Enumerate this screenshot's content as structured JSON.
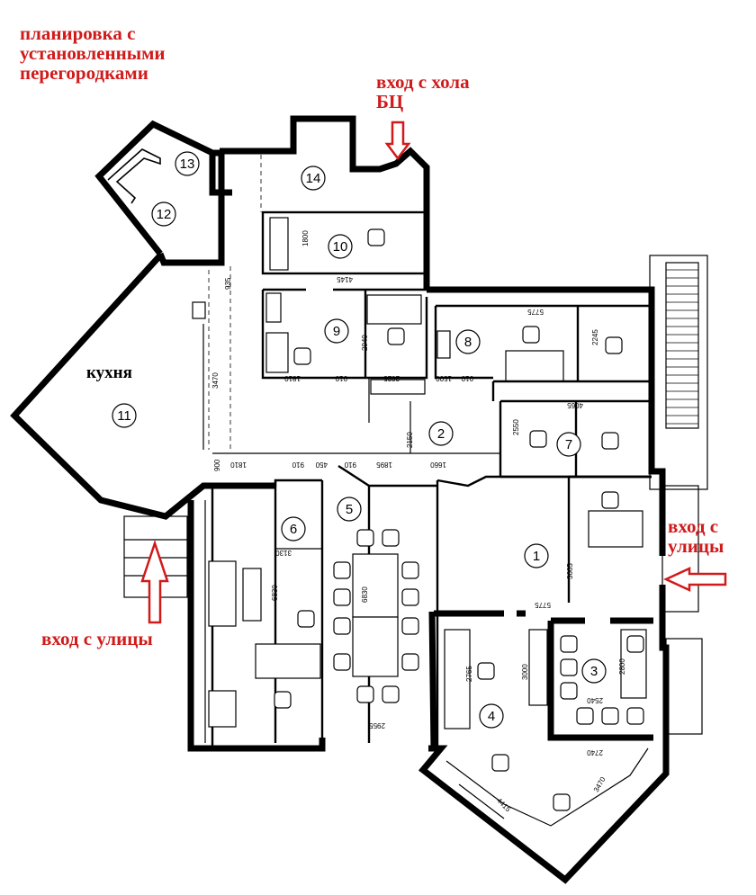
{
  "annotations": {
    "title_lines": [
      "планировка с",
      "установленными",
      "перегородками"
    ],
    "hall_entrance_lines": [
      "вход с хола",
      "БЦ"
    ],
    "street_entrance_right_lines": [
      "вход с",
      "улицы"
    ],
    "street_entrance_left": "вход с улицы",
    "kitchen_label": "кухня"
  },
  "rooms": [
    "1",
    "2",
    "3",
    "4",
    "5",
    "6",
    "7",
    "8",
    "9",
    "10",
    "11",
    "12",
    "13",
    "14"
  ],
  "dimensions": {
    "r10_width": "4145",
    "r10_height": "1800",
    "left_top": "935",
    "left_mid": "3470",
    "r9_height": "2940",
    "r9_a": "1810",
    "r9_b": "910",
    "r9_c": "2025",
    "r8_a": "1500",
    "r8_b": "910",
    "r8_top": "5775",
    "r8_right": "2245",
    "r7_top": "4065",
    "r7_left": "2550",
    "corridor_height": "2150",
    "row_a": "900",
    "row_b": "1810",
    "row_c": "910",
    "row_d": "450",
    "row_e": "910",
    "row_f": "1895",
    "row_g": "1660",
    "r6_top": "3130",
    "r6_height": "6830",
    "r5_height": "6830",
    "r5_bottom": "2955",
    "r1_height": "3665",
    "r1_bottom": "5775",
    "r4_a": "2765",
    "r4_b": "3000",
    "r3_height": "2800",
    "r3_width": "2540",
    "r3_bottom": "2740",
    "r4_diag_a": "4415",
    "r4_diag_b": "3470"
  },
  "colors": {
    "accent": "#d11a1a",
    "line": "#000000"
  }
}
